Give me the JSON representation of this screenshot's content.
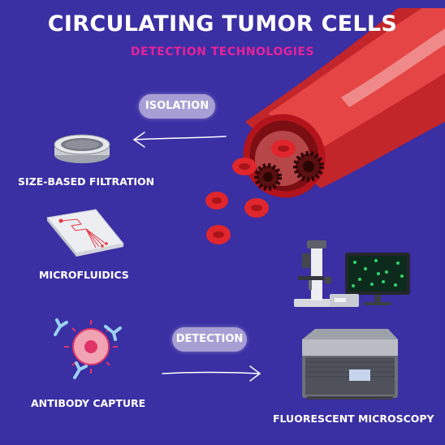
{
  "header": {
    "title": "CIRCULATING TUMOR CELLS",
    "subtitle": "DETECTION TECHNOLOGIES"
  },
  "steps": {
    "isolation": "ISOLATION",
    "detection": "DETECTION"
  },
  "methods": {
    "size_based_filtration": "SIZE-BASED FILTRATION",
    "microfluidics": "MICROFLUIDICS",
    "antibody_capture": "ANTIBODY CAPTURE",
    "fluorescent_microscopy": "FLUORESCENT MICROSCOPY"
  },
  "colors": {
    "background": "#3a2fa3",
    "title": "#ffffff",
    "subtitle": "#e6229a",
    "pill": "#a79fd4",
    "vessel": "#d8302f",
    "blood_cell": "#e0262c",
    "tumor_cell": "#6b1414"
  },
  "icons": [
    "blood-vessel-icon",
    "red-blood-cell-icon",
    "tumor-cell-icon",
    "filter-icon",
    "microfluidic-chip-icon",
    "antibody-icon",
    "microscope-icon",
    "monitor-icon",
    "lab-instrument-icon"
  ]
}
